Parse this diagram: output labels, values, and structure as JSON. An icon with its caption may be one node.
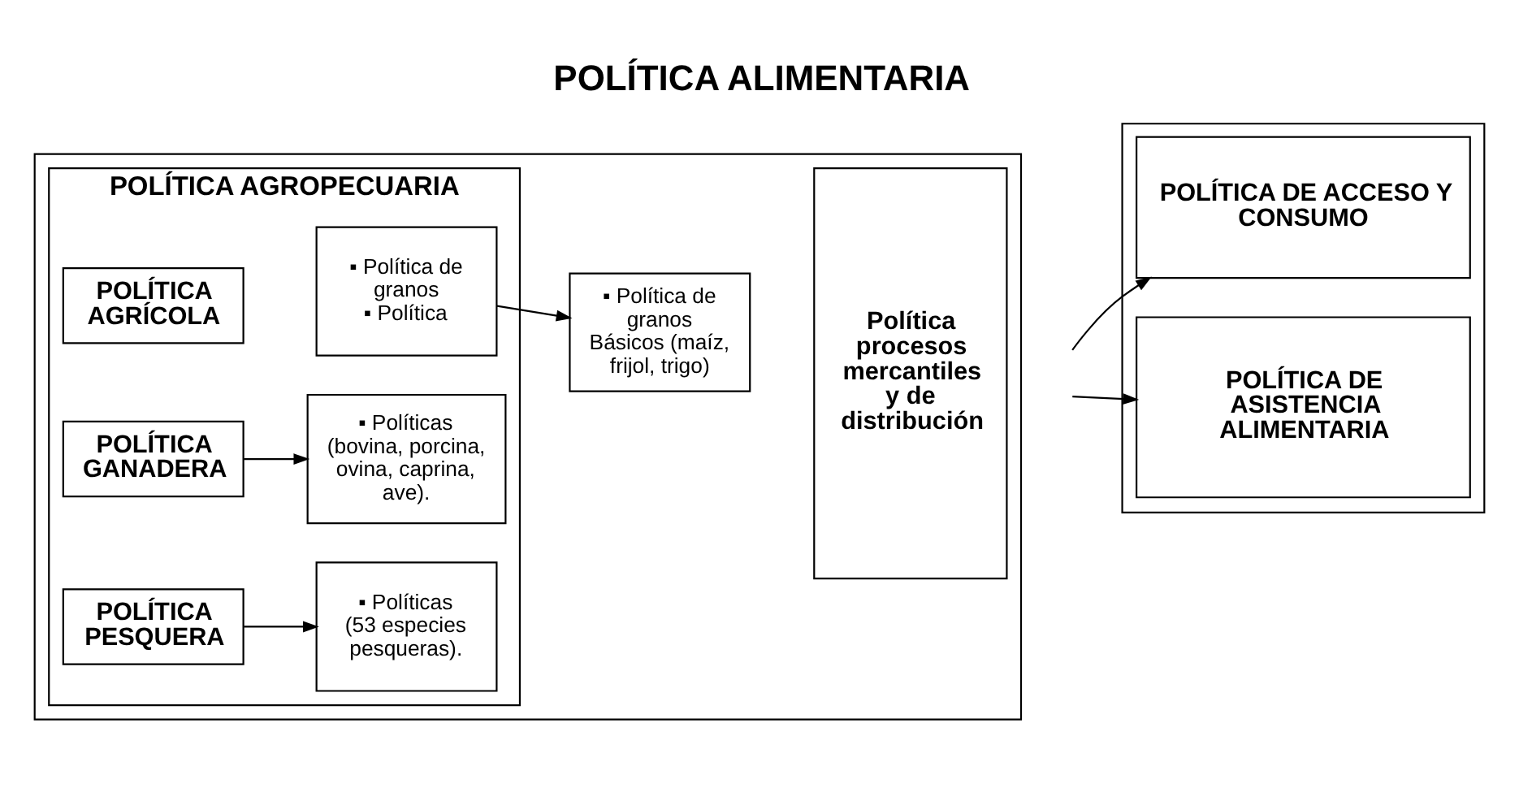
{
  "diagram": {
    "title": "POLÍTICA ALIMENTARIA",
    "nodes": [
      {
        "text": [],
        "shape": "box"
      },
      {
        "text": [
          "POLÍTICA AGROPECUARIA"
        ],
        "in": 0
      },
      {
        "text": [
          "POLÍTICA AGRÍCOLA"
        ],
        "in": 1
      },
      {
        "text": [
          "▪ Política de granos",
          "▪ Política"
        ],
        "in": 1
      },
      {
        "text": [
          "POLÍTICA GANADERA"
        ],
        "in": 1
      },
      {
        "text": [
          "▪ Políticas",
          "(bovina, porcina, ovina, caprina, ave)."
        ],
        "in": 1
      },
      {
        "text": [
          "POLÍTICA PESQUERA"
        ],
        "in": 1
      },
      {
        "text": [
          "▪ Políticas",
          "(53 especies pesqueras)."
        ],
        "in": 1
      },
      {
        "text": [
          "▪ Política de granos",
          "Básicos (maíz, frijol, trigo)"
        ],
        "in": 0
      },
      {
        "text": [
          "Política procesos mercantiles y de distribución"
        ],
        "in": 0
      },
      {
        "text": [],
        "shape": "box"
      },
      {
        "text": [
          "POLÍTICA DE ACCESO Y CONSUMO"
        ],
        "in": 10
      },
      {
        "text": [
          "POLÍTICA DE ASISTENCIA ALIMENTARIA"
        ],
        "in": 10
      }
    ],
    "edges": [
      {
        "from": 3,
        "to": 8,
        "arrow": "to"
      },
      {
        "from": 4,
        "to": 5,
        "arrow": "to"
      },
      {
        "from": 6,
        "to": 7,
        "arrow": "to"
      },
      {
        "from": null,
        "to": 11,
        "arrow": "to"
      },
      {
        "from": null,
        "to": 12,
        "arrow": "to"
      }
    ]
  }
}
